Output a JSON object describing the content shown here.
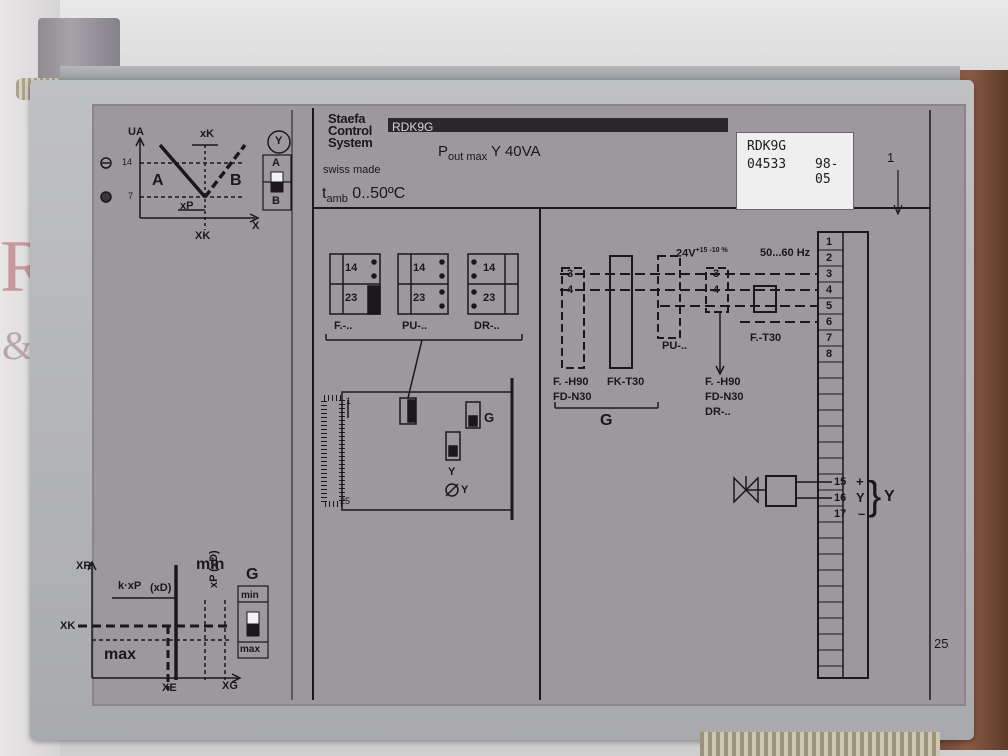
{
  "header": {
    "brand": "Staefa Control System",
    "brand_lines": [
      "Staefa",
      "Control",
      "System"
    ],
    "model": "RDK9G",
    "pout_main": "P",
    "pout_sub": "out max",
    "pout_rest": " Y 40VA",
    "swiss": "swiss made",
    "tamb_main": "t",
    "tamb_sub": "amb",
    "tamb_rest": " 0..50ºC"
  },
  "sticker": {
    "line1": "RDK9G",
    "code": "04533",
    "date": "98-05"
  },
  "top_left_diagram": {
    "ua": "UA",
    "xk_top": "xK",
    "y_circle": "Y",
    "val14": "14",
    "val7": "7",
    "a": "A",
    "b": "B",
    "x": "X",
    "xp": "xP",
    "xk_bottom": "XK",
    "switch_a": "A",
    "switch_b": "B"
  },
  "jumpers": {
    "f_label": "F.-..",
    "pu_label": "PU-..",
    "dr_label": "DR-..",
    "n14": "14",
    "n23": "23",
    "g": "G",
    "y": "Y",
    "slot1": "1",
    "slot25": "25"
  },
  "wiring": {
    "supply": "24V",
    "supply_tol": "+15 -10 %",
    "freq": "50...60 Hz",
    "terminals_top": [
      "1",
      "2",
      "3",
      "4",
      "5",
      "6",
      "7",
      "8"
    ],
    "terminals_y": [
      "15",
      "16",
      "17"
    ],
    "plus": "+",
    "minus": "–",
    "y": "Y",
    "t3": "3",
    "t4": "4",
    "pu": "PU-..",
    "ft30": "F.-T30",
    "fh90": "F. -H90",
    "fdn30": "FD-N30",
    "fkt30": "FK-T30",
    "g": "G",
    "fh90b": "F. -H90",
    "fdn30b": "FD-N30",
    "drb": "DR-.."
  },
  "bottom_left_diagram": {
    "xr": "XR",
    "min": "min",
    "kxp": "k·xP",
    "xd": "(xD)",
    "xpxd": "xP (xD)",
    "xk": "XK",
    "max": "max",
    "xe": "XE",
    "xg": "XG",
    "g": "G",
    "sw_min": "min",
    "sw_max": "max"
  },
  "margin": {
    "top_num": "1",
    "bottom_num": "25"
  }
}
